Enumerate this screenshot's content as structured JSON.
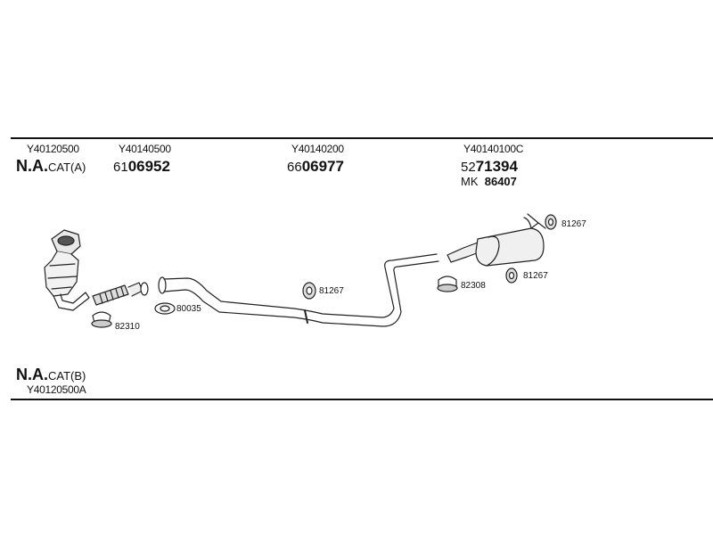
{
  "header": {
    "col1": {
      "code": "Y40120500",
      "variant_bold": "N.A.",
      "variant_rest": "CAT(A)"
    },
    "col2": {
      "code": "Y40140500",
      "prefix": "61",
      "number": "06952"
    },
    "col3": {
      "code": "Y40140200",
      "prefix": "66",
      "number": "06977"
    },
    "col4": {
      "code": "Y40140100C",
      "prefix": "52",
      "number": "71394",
      "extra_prefix": "MK",
      "extra_number": "86407"
    }
  },
  "parts": {
    "clamp_front": "82310",
    "gasket": "80035",
    "hanger_mid": "81267",
    "clamp_rear": "82308",
    "hanger_rear_top": "81267",
    "hanger_rear_bottom": "81267"
  },
  "footer": {
    "variant_bold": "N.A.",
    "variant_rest": "CAT(B)",
    "code": "Y40120500A"
  }
}
